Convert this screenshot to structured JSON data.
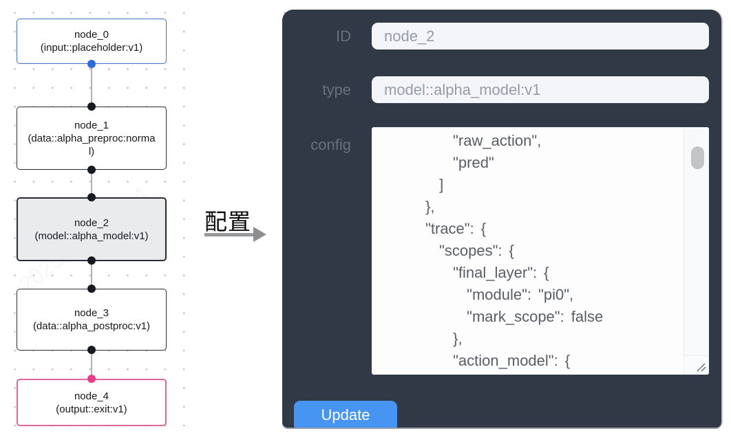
{
  "graph": {
    "nodes": [
      {
        "name": "node_0",
        "type_label": "(input::placeholder:v1)",
        "role": "input"
      },
      {
        "name": "node_1",
        "type_label": "(data::alpha_preproc:normal)",
        "role": "processor"
      },
      {
        "name": "node_2",
        "type_label": "(model::alpha_model:v1)",
        "role": "model-selected"
      },
      {
        "name": "node_3",
        "type_label": "(data::alpha_postproc:v1)",
        "role": "processor"
      },
      {
        "name": "node_4",
        "type_label": "(output::exit:v1)",
        "role": "output"
      }
    ]
  },
  "annotation": {
    "label": "配置"
  },
  "panel": {
    "id_label": "ID",
    "id_value": "node_2",
    "type_label": "type",
    "type_value": "model::alpha_model:v1",
    "config_label": "config",
    "config_text": "          \"raw_action\",\n          \"pred\"\n        ]\n      },\n      \"trace\": {\n        \"scopes\": {\n          \"final_layer\": {\n            \"module\": \"pi0\",\n            \"mark_scope\": false\n          },\n          \"action_model\": {",
    "update_label": "Update"
  },
  "colors": {
    "panel_bg": "#313947",
    "accent_blue": "#4695f3",
    "input_bg": "#f3f5f8",
    "node_input_border": "#3b70cf",
    "node_default_border": "#262b36",
    "node_output_border": "#e0679e",
    "node_selected_bg": "#eaebec",
    "handle_blue": "#2b6ae0",
    "handle_dark": "#171a21",
    "handle_pink": "#ee3a88",
    "edge_gray": "#aeb2b8"
  },
  "watermark": {
    "text": "2025/04/11 11:4"
  }
}
